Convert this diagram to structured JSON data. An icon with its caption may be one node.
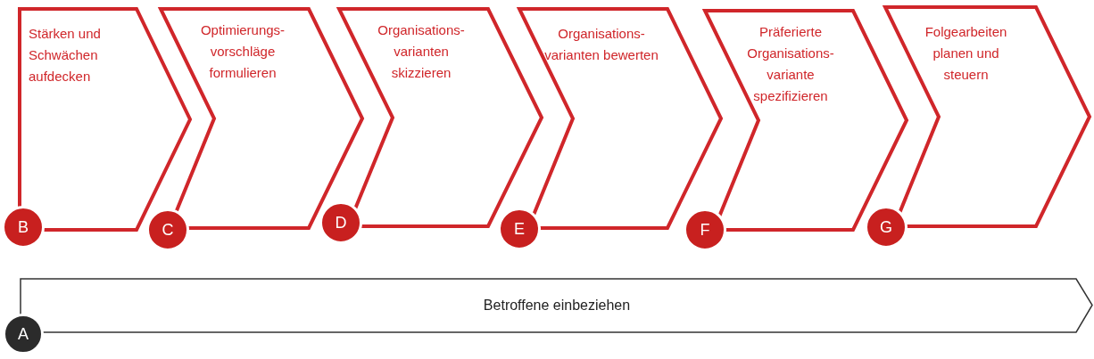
{
  "diagram": {
    "nodes": [
      {
        "text": [
          "Stärken und Schwächen aufdecken"
        ]
      },
      {
        "text": [
          "B"
        ]
      },
      {
        "text": [
          "Optimierungs- vorschläge formulieren"
        ]
      },
      {
        "text": [
          "C"
        ]
      },
      {
        "text": [
          "Organisations- varianten skizzieren"
        ]
      },
      {
        "text": [
          "D"
        ]
      },
      {
        "text": [
          "Organisations- varianten bewerten"
        ]
      },
      {
        "text": [
          "E"
        ]
      },
      {
        "text": [
          "Präferierte Organisations- variante spezifizieren"
        ]
      },
      {
        "text": [
          "F"
        ]
      },
      {
        "text": [
          "Folgearbeiten planen und steuern"
        ]
      },
      {
        "text": [
          "G"
        ]
      },
      {
        "text": [
          "Betroffene einbeziehen"
        ]
      },
      {
        "text": [
          "A"
        ]
      }
    ],
    "edges": []
  }
}
